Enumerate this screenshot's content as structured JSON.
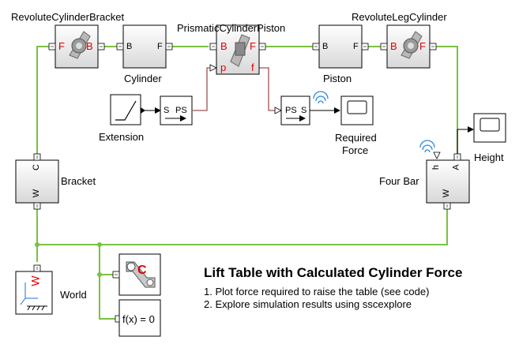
{
  "blocks": {
    "revolute_cylinder_bracket": {
      "name": "RevoluteCylinderBracket",
      "port_left": "F",
      "port_right": "B"
    },
    "cylinder": {
      "name": "Cylinder",
      "port_left": "B",
      "port_right": "F"
    },
    "prismatic_cylinder_piston": {
      "name": "PrismaticCylinderPiston",
      "port_left": "B",
      "port_right": "F",
      "port_p": "p",
      "port_f": "f"
    },
    "piston": {
      "name": "Piston",
      "port_left": "B",
      "port_right": "F"
    },
    "revolute_leg_cylinder": {
      "name": "RevoluteLegCylinder",
      "port_left": "B",
      "port_right": "F"
    },
    "extension": {
      "name": "Extension"
    },
    "s_ps": {
      "label_s": "S",
      "label_ps": "PS"
    },
    "ps_s": {
      "label_ps": "PS",
      "label_s": "S"
    },
    "required_force": {
      "name_line1": "Required",
      "name_line2": "Force"
    },
    "height": {
      "name": "Height"
    },
    "bracket": {
      "name": "Bracket",
      "port_c": "C",
      "port_w": "W"
    },
    "four_bar": {
      "name": "Four Bar",
      "port_h": "h",
      "port_a": "A",
      "port_w": "W"
    },
    "world": {
      "name": "World",
      "icon_letter": "W"
    },
    "mech_config": {
      "icon_letter": "C"
    },
    "solver": {
      "label": "f(x) = 0"
    }
  },
  "annotation": {
    "title": "Lift Table with Calculated Cylinder Force",
    "line1": "1. Plot force required to raise the table (see code)",
    "line2": "2. Explore simulation results using sscexplore"
  },
  "colors": {
    "physical_connection": "#7ac143",
    "signal_connection": "#a0524d",
    "port_labels": "#e00000"
  }
}
